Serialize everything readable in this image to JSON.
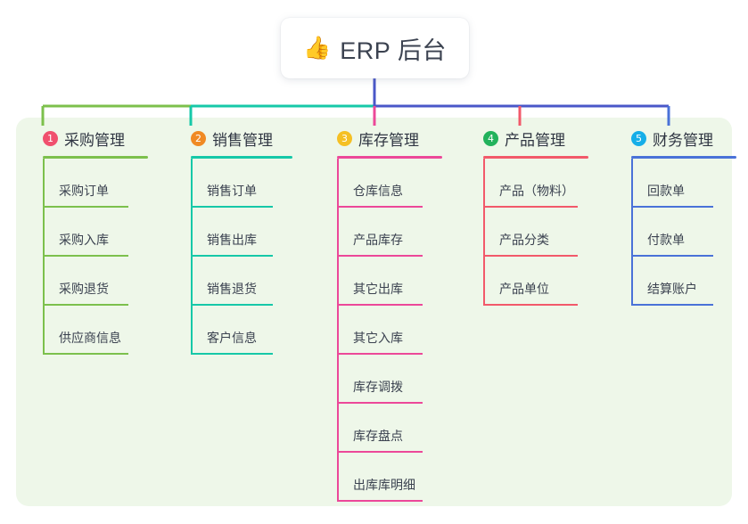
{
  "root": {
    "icon": "thumbs-up-icon",
    "emoji": "👍",
    "title": "ERP 后台"
  },
  "colors": {
    "panel_background": "#EEF7E9",
    "page_background": "#FFFFFF",
    "root_text": "#3B4250",
    "root_connector": "#4A57C8",
    "branch_green": "#7CC04C",
    "branch_teal": "#16C8A8",
    "branch_pink": "#EC4899",
    "branch_red": "#F2596A",
    "branch_blue": "#4A72D8",
    "badge_1": "#F0506E",
    "badge_2": "#F08A24",
    "badge_3": "#F5C024",
    "badge_4": "#22B25C",
    "badge_5": "#16AEE8"
  },
  "branches": [
    {
      "index": "1",
      "badge_color": "#F0506E",
      "line_color": "#7CC04C",
      "title": "采购管理",
      "leaves": [
        {
          "label": "采购订单"
        },
        {
          "label": "采购入库"
        },
        {
          "label": "采购退货"
        },
        {
          "label": "供应商信息"
        }
      ]
    },
    {
      "index": "2",
      "badge_color": "#F08A24",
      "line_color": "#16C8A8",
      "title": "销售管理",
      "leaves": [
        {
          "label": "销售订单"
        },
        {
          "label": "销售出库"
        },
        {
          "label": "销售退货"
        },
        {
          "label": "客户信息"
        }
      ]
    },
    {
      "index": "3",
      "badge_color": "#F5C024",
      "line_color": "#EC4899",
      "title": "库存管理",
      "leaves": [
        {
          "label": "仓库信息"
        },
        {
          "label": "产品库存"
        },
        {
          "label": "其它出库"
        },
        {
          "label": "其它入库"
        },
        {
          "label": "库存调拨"
        },
        {
          "label": "库存盘点"
        },
        {
          "label": "出库库明细"
        }
      ]
    },
    {
      "index": "4",
      "badge_color": "#22B25C",
      "line_color": "#F2596A",
      "title": "产品管理",
      "leaves": [
        {
          "label": "产品（物料）"
        },
        {
          "label": "产品分类"
        },
        {
          "label": "产品单位"
        }
      ]
    },
    {
      "index": "5",
      "badge_color": "#16AEE8",
      "line_color": "#4A72D8",
      "title": "财务管理",
      "leaves": [
        {
          "label": "回款单"
        },
        {
          "label": "付款单"
        },
        {
          "label": "结算账户"
        }
      ]
    }
  ]
}
